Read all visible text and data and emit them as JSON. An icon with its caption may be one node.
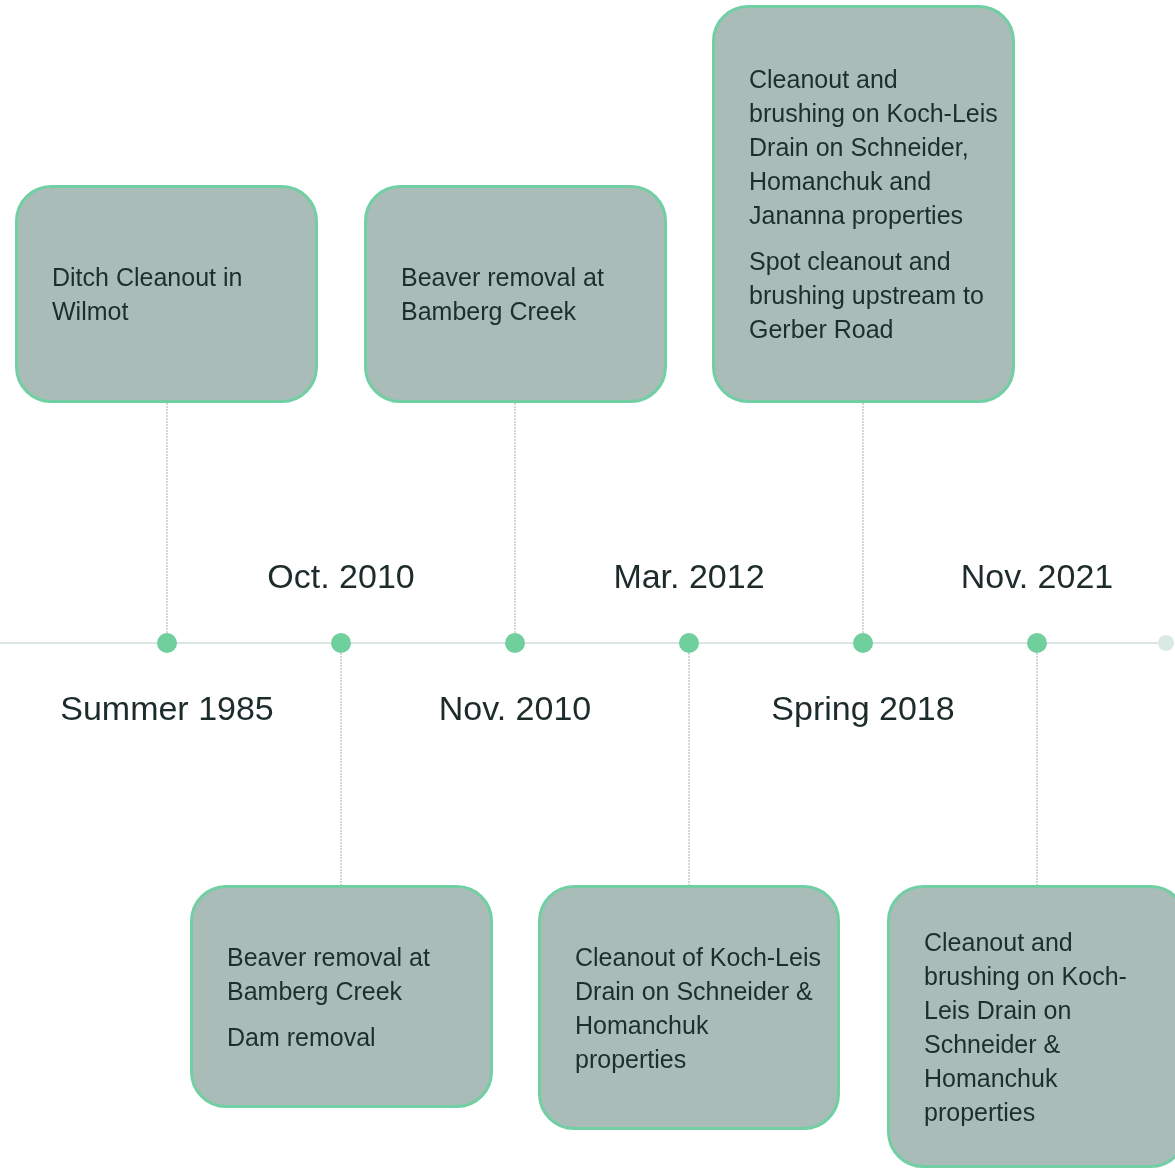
{
  "diagram": {
    "nodes": [
      {
        "text": [
          "Ditch Cleanout in Wilmot"
        ]
      },
      {
        "text": [
          "Beaver removal at Bamberg Creek"
        ]
      },
      {
        "text": [
          "Cleanout and brushing on Koch-Leis Drain on Schneider, Homanchuk and Jananna properties",
          "Spot cleanout and brushing upstream to Gerber Road"
        ]
      },
      {
        "text": [],
        "shape": "circle",
        "beside": [
          "Summer 1985"
        ]
      },
      {
        "text": [],
        "shape": "circle",
        "beside": [
          "Oct. 2010"
        ]
      },
      {
        "text": [],
        "shape": "circle",
        "beside": [
          "Nov. 2010"
        ]
      },
      {
        "text": [],
        "shape": "circle",
        "beside": [
          "Mar. 2012"
        ]
      },
      {
        "text": [],
        "shape": "circle",
        "beside": [
          "Spring 2018"
        ]
      },
      {
        "text": [],
        "shape": "circle",
        "beside": [
          "Nov. 2021"
        ]
      },
      {
        "text": [
          "Beaver removal at Bamberg Creek",
          "Dam removal"
        ]
      },
      {
        "text": [
          "Cleanout of Koch-Leis Drain on Schneider & Homanchuk properties"
        ]
      },
      {
        "text": [
          "Cleanout and brushing on Koch-Leis Drain on Schneider & Homanchuk properties"
        ]
      }
    ],
    "edges": [
      {
        "from": 0,
        "to": 3,
        "arrow": "none"
      },
      {
        "from": 1,
        "to": 5,
        "arrow": "none"
      },
      {
        "from": 2,
        "to": 7,
        "arrow": "none"
      },
      {
        "from": 4,
        "to": 9,
        "arrow": "none"
      },
      {
        "from": 6,
        "to": 10,
        "arrow": "none"
      },
      {
        "from": 8,
        "to": 11,
        "arrow": "none"
      }
    ]
  }
}
